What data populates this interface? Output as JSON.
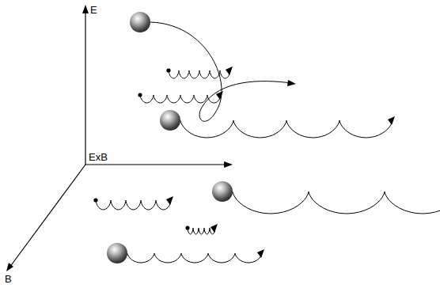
{
  "diagram": {
    "labels": [
      "E",
      "ExB",
      "B"
    ]
  }
}
